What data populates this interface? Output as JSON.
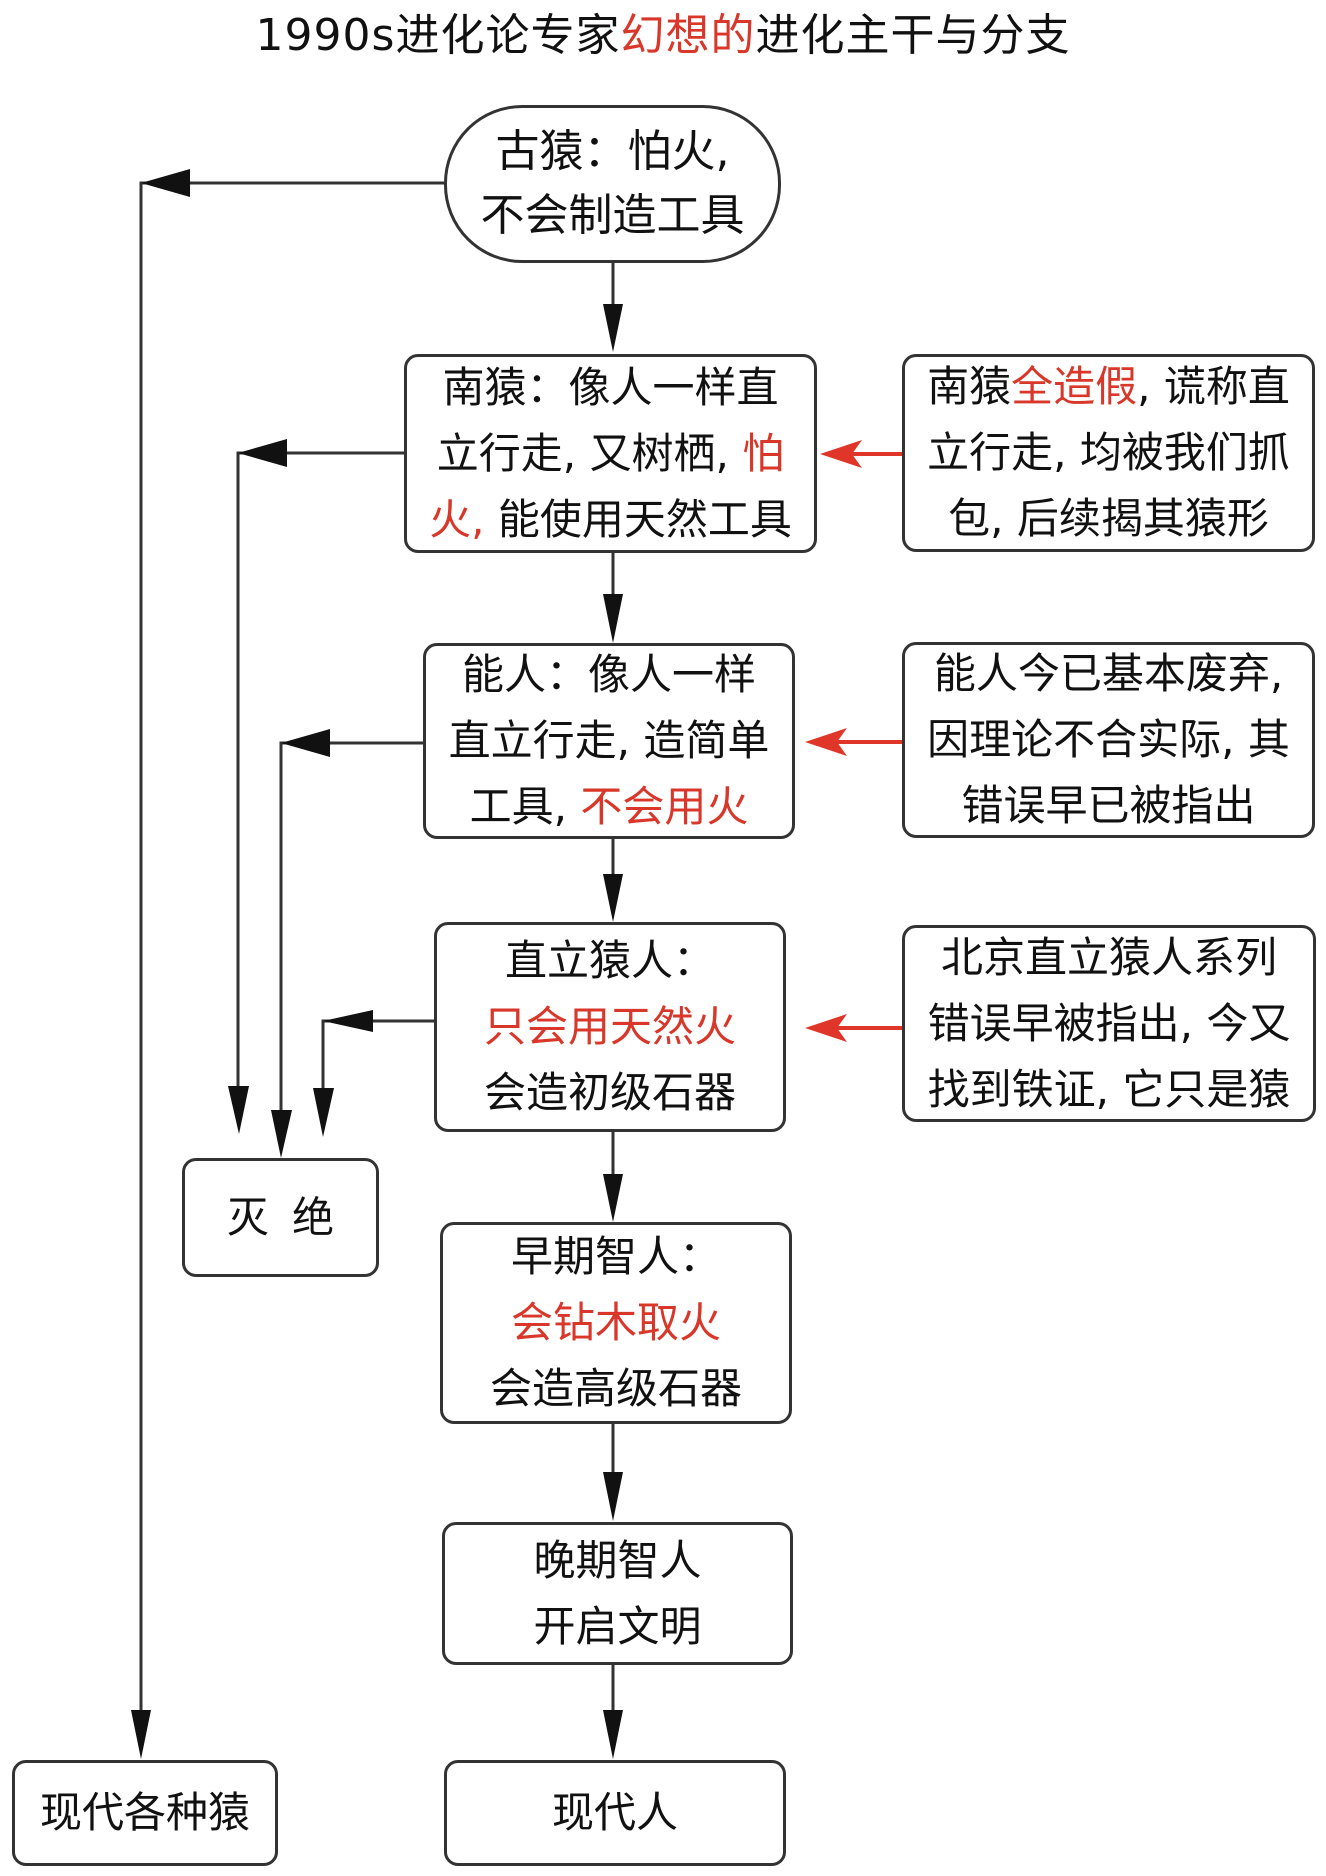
{
  "title": {
    "prefix": "1990s进化论专家",
    "highlight": "幻想的",
    "suffix": "进化主干与分支"
  },
  "colors": {
    "highlight": "#d8372a",
    "line": "#333333",
    "red_arrow": "#e0362a"
  },
  "main_trunk": {
    "ancient_ape": {
      "line1": "古猿：怕火,",
      "line2": "不会制造工具"
    },
    "australopithecus": {
      "line1": "南猿：像人一样直",
      "line2a": "立行走, 又树栖, ",
      "line2b": "怕",
      "line3a": "火,",
      "line3b": " 能使用天然工具"
    },
    "homo_habilis": {
      "line1": "能人：像人一样",
      "line2": "直立行走, 造简单",
      "line3a": "工具, ",
      "line3b": "不会用火"
    },
    "homo_erectus": {
      "line1": "直立猿人：",
      "line2": "只会用天然火",
      "line3": "会造初级石器"
    },
    "early_sapiens": {
      "line1": "早期智人：",
      "line2": "会钻木取火",
      "line3": "会造高级石器"
    },
    "late_sapiens": {
      "line1": "晚期智人",
      "line2": "开启文明"
    },
    "modern_human": "现代人"
  },
  "branches": {
    "extinct": "灭 绝",
    "modern_apes": "现代各种猿"
  },
  "rebuttals": {
    "australopithecus": {
      "line1a": "南猿",
      "line1b": "全造假",
      "line1c": ", 谎称直",
      "line2": "立行走, 均被我们抓",
      "line3": "包, 后续揭其猿形"
    },
    "homo_habilis": {
      "line1": "能人今已基本废弃,",
      "line2": "因理论不合实际, 其",
      "line3": "错误早已被指出"
    },
    "homo_erectus": {
      "line1": "北京直立猿人系列",
      "line2": "错误早被指出, 今又",
      "line3": "找到铁证, 它只是猿"
    }
  }
}
